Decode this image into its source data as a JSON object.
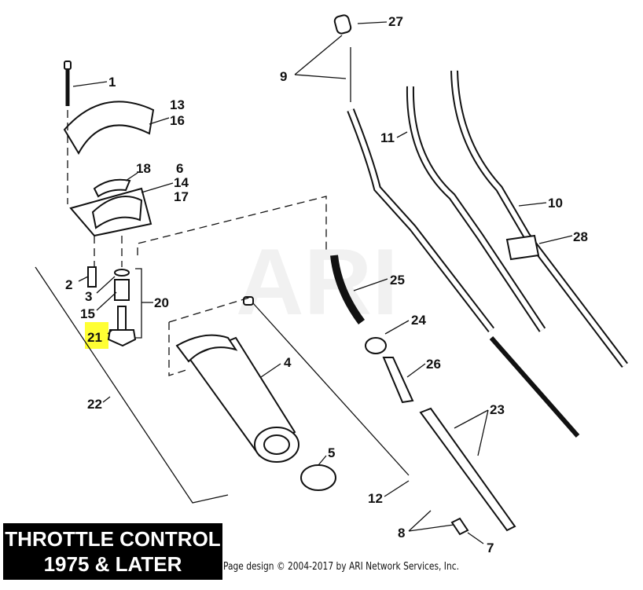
{
  "diagram": {
    "watermark": "ARI",
    "highlight_color": "#ffff33",
    "highlighted_callout": "21",
    "callouts": {
      "c1": "1",
      "c13": "13",
      "c16": "16",
      "c18": "18",
      "c6": "6",
      "c14": "14",
      "c17": "17",
      "c2": "2",
      "c3": "3",
      "c15": "15",
      "c20": "20",
      "c21": "21",
      "c22": "22",
      "c4": "4",
      "c5": "5",
      "c12": "12",
      "c8": "8",
      "c7": "7",
      "c23": "23",
      "c26": "26",
      "c24": "24",
      "c25": "25",
      "c28": "28",
      "c10": "10",
      "c11": "11",
      "c9": "9",
      "c27": "27"
    }
  },
  "title": {
    "line1": "THROTTLE CONTROL",
    "line2": "1975 & LATER"
  },
  "footer": {
    "copyright": "Page design © 2004-2017 by ARI Network Services, Inc."
  }
}
